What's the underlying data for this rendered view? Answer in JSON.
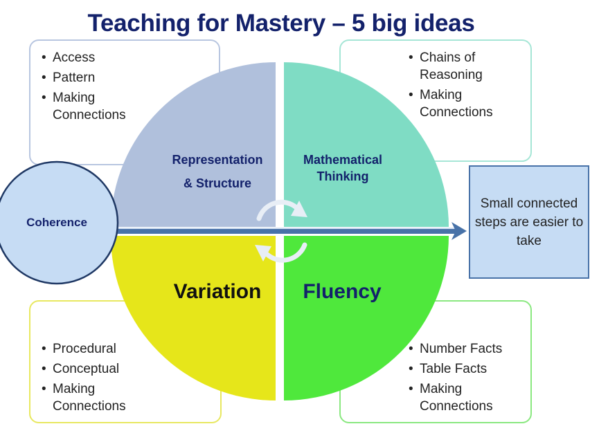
{
  "title": "Teaching for Mastery – 5 big ideas",
  "boxes": {
    "top_left": [
      "Access",
      "Pattern",
      "Making Connections"
    ],
    "top_right": [
      "Chains of Reasoning",
      "Making Connections"
    ],
    "bottom_left": [
      "Procedural",
      "Conceptual",
      "Making Connections"
    ],
    "bottom_right": [
      "Number Facts",
      "Table Facts",
      "Making Connections"
    ]
  },
  "quadrants": {
    "representation": "Representation",
    "structure": "& Structure",
    "mathematical": "Mathematical",
    "thinking": "Thinking",
    "variation": "Variation",
    "fluency": "Fluency"
  },
  "coherence": "Coherence",
  "steps_text": "Small connected steps are easier to take",
  "colors": {
    "title": "#13216b",
    "representation": "#b0c0dc",
    "mathematical_thinking": "#7fdcc4",
    "variation": "#e6e61a",
    "fluency": "#4fe83c",
    "coherence_fill": "#c6dcf4",
    "coherence_border": "#1f3864",
    "arrow": "#4872a8",
    "box_top_left_border": "#b8c6e0",
    "box_top_right_border": "#a6e6d6",
    "box_bottom_left_border": "#e8e860",
    "box_bottom_right_border": "#8ae880"
  },
  "icons": [
    "cycle-arrows-icon",
    "right-arrow-icon"
  ]
}
